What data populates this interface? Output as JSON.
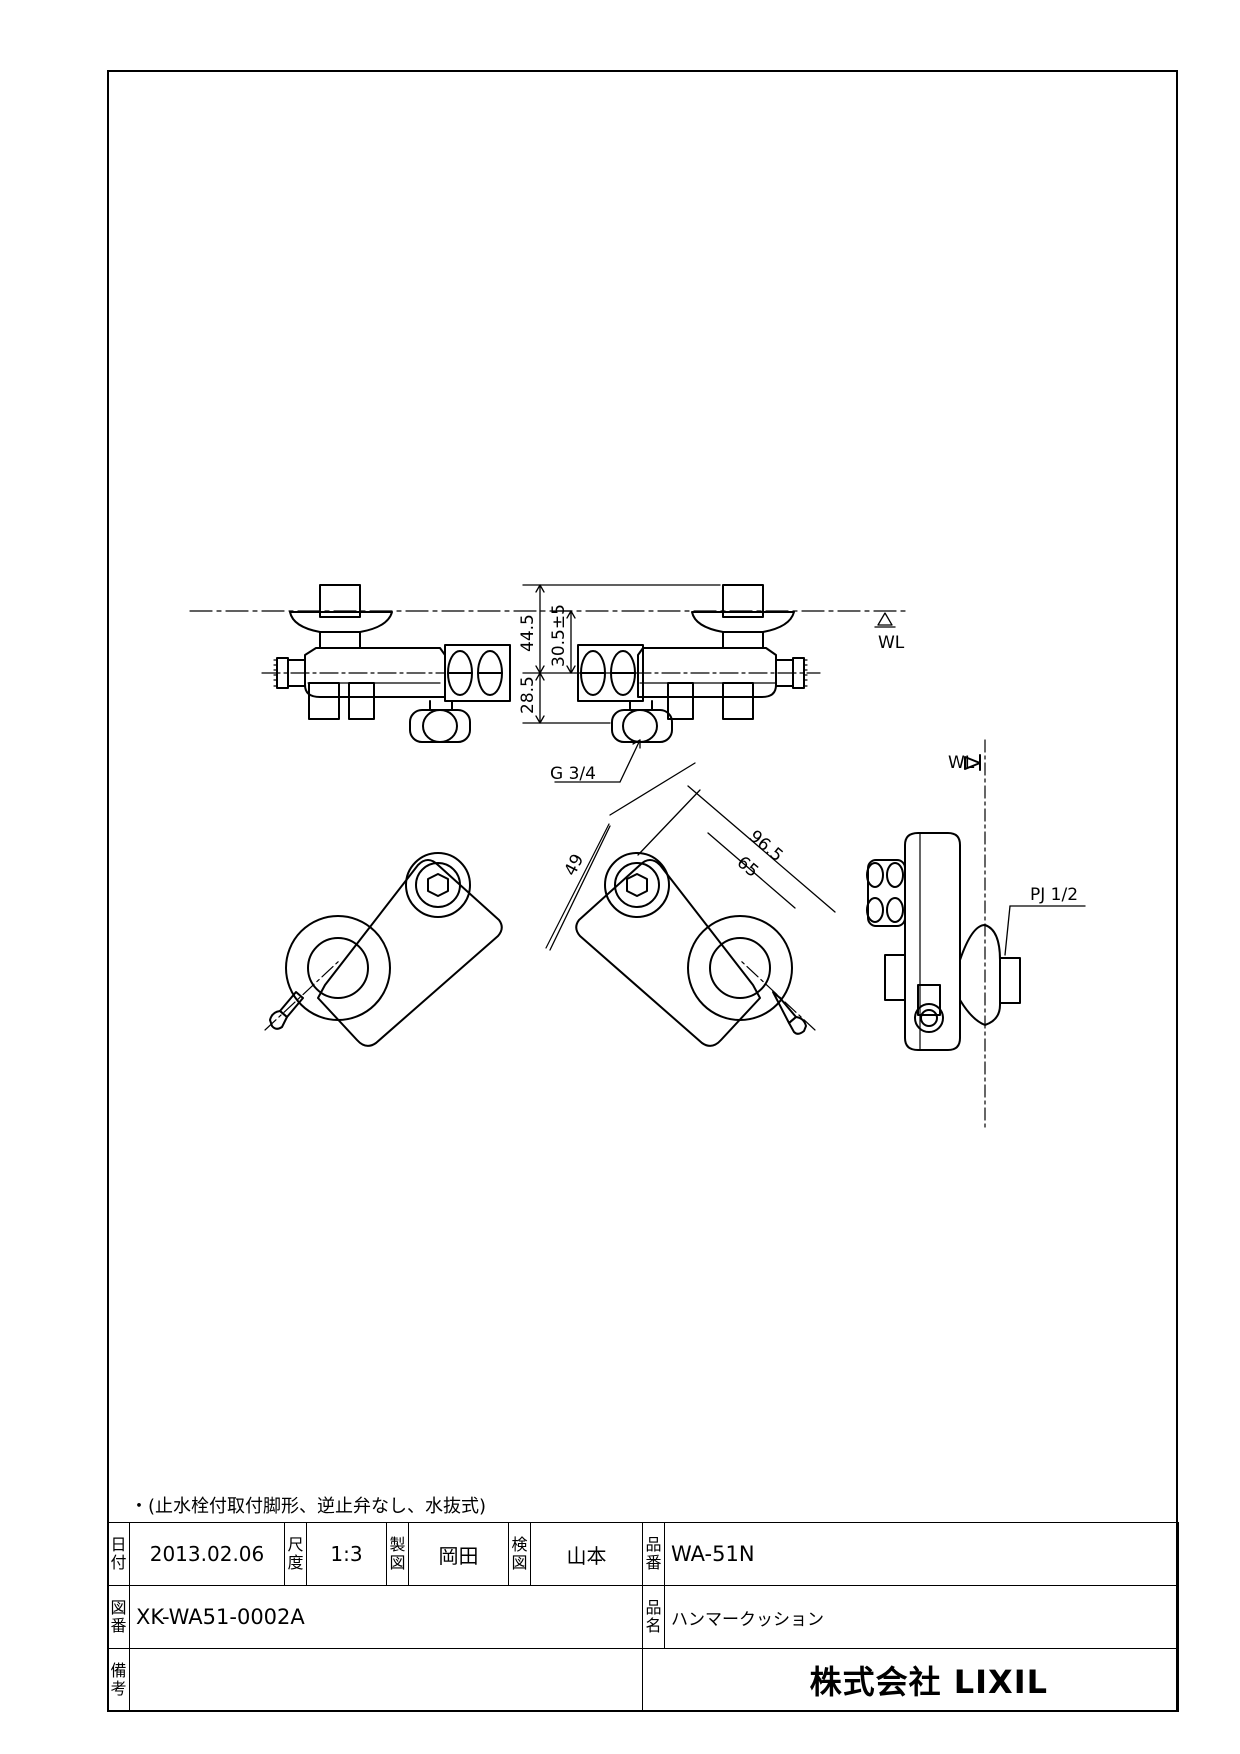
{
  "note": "・(止水栓付取付脚形、逆止弁なし、水抜式)",
  "dimensions": {
    "d44_5": "44.5",
    "d30_5": "30.5±5",
    "d28_5": "28.5",
    "g34": "G 3/4",
    "wl": "WL",
    "d49": "49",
    "d96_5": "96.5",
    "d65": "65",
    "pj12": "PJ 1/2"
  },
  "title_block": {
    "date_label": "日付",
    "date_value": "2013.02.06",
    "scale_label": "尺度",
    "scale_value": "1:3",
    "drawn_label": "製図",
    "drawn_value": "岡田",
    "checked_label": "検図",
    "checked_value": "山本",
    "part_no_label": "品番",
    "part_no_value": "WA-51N",
    "drawing_no_label": "図番",
    "drawing_no_value": "XK-WA51-0002A",
    "part_name_label": "品名",
    "part_name_value": "ハンマークッション",
    "remarks_label": "備考",
    "remarks_value": "",
    "company": "株式会社 LIXIL"
  }
}
